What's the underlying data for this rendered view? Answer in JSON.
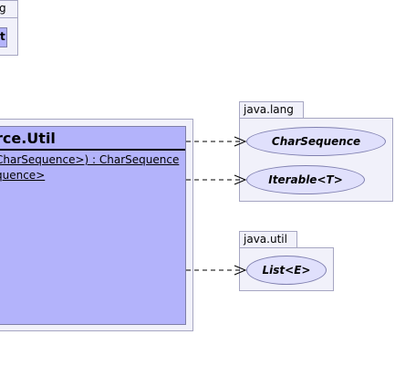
{
  "top_package": {
    "tab_label": "g",
    "class_label": "t"
  },
  "main_class": {
    "title": "rce.Util",
    "operations": [
      "CharSequence>) : CharSequence",
      "quence>"
    ]
  },
  "packages": [
    {
      "name": "java.lang",
      "interfaces": [
        "CharSequence",
        "Iterable<T>"
      ]
    },
    {
      "name": "java.util",
      "interfaces": [
        "List<E>"
      ]
    }
  ],
  "colors": {
    "class_fill": "#b3b3fb",
    "interface_fill": "#e0e0fc",
    "package_fill": "#f1f1fa"
  }
}
